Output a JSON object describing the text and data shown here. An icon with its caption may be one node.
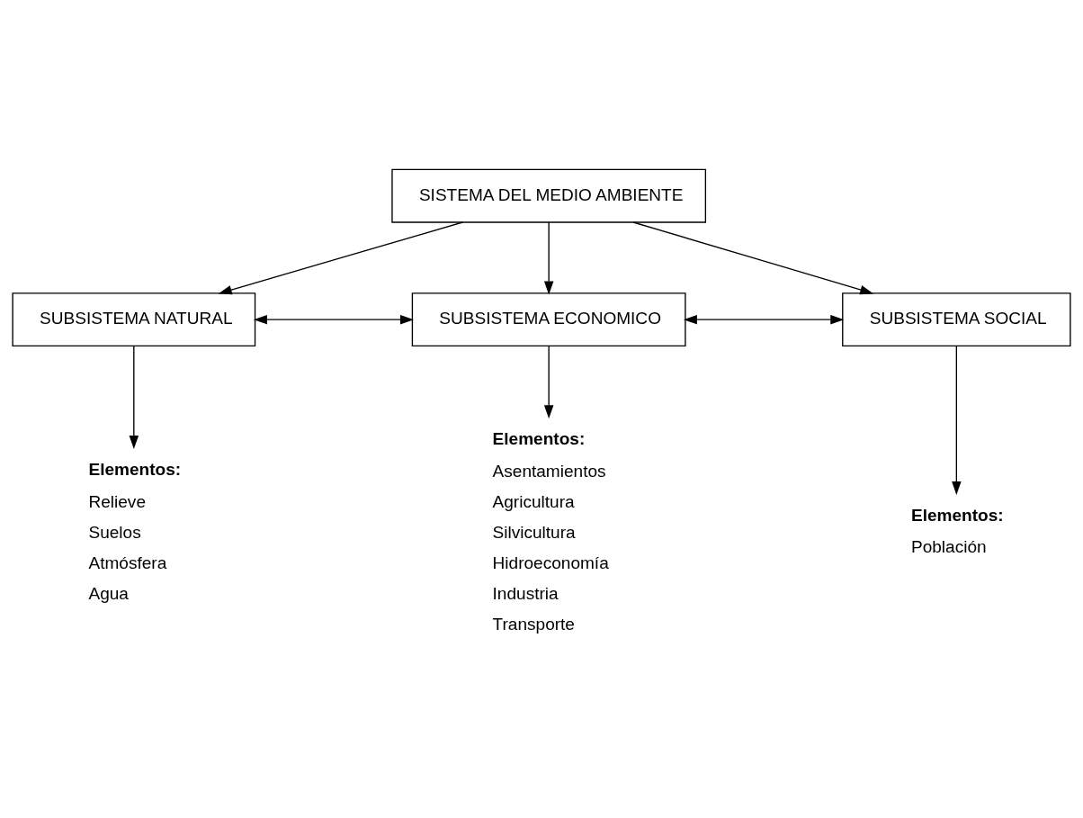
{
  "diagram": {
    "nodes": [
      {
        "text": [
          "SISTEMA DEL MEDIO AMBIENTE"
        ]
      },
      {
        "text": [
          "SUBSISTEMA NATURAL"
        ]
      },
      {
        "text": [
          "SUBSISTEMA ECONOMICO"
        ]
      },
      {
        "text": [
          "SUBSISTEMA SOCIAL"
        ]
      },
      {
        "text": [
          "Elementos:",
          "Relieve",
          "Suelos",
          "Atmósfera",
          "Agua"
        ]
      },
      {
        "text": [
          "Elementos:",
          "Asentamientos",
          "Agricultura",
          "Silvicultura",
          "Hidroeconomía",
          "Industria",
          "Transporte"
        ]
      },
      {
        "text": [
          "Elementos:",
          "Población"
        ]
      }
    ],
    "edges": [
      {
        "from": 0,
        "to": 1,
        "arrow": "to"
      },
      {
        "from": 0,
        "to": 2,
        "arrow": "to"
      },
      {
        "from": 0,
        "to": 3,
        "arrow": "to"
      },
      {
        "from": 1,
        "to": 2,
        "arrow": "both"
      },
      {
        "from": 2,
        "to": 3,
        "arrow": "both"
      },
      {
        "from": 1,
        "to": 4,
        "arrow": "to"
      },
      {
        "from": 2,
        "to": 5,
        "arrow": "to"
      },
      {
        "from": 3,
        "to": 6,
        "arrow": "to"
      }
    ]
  }
}
